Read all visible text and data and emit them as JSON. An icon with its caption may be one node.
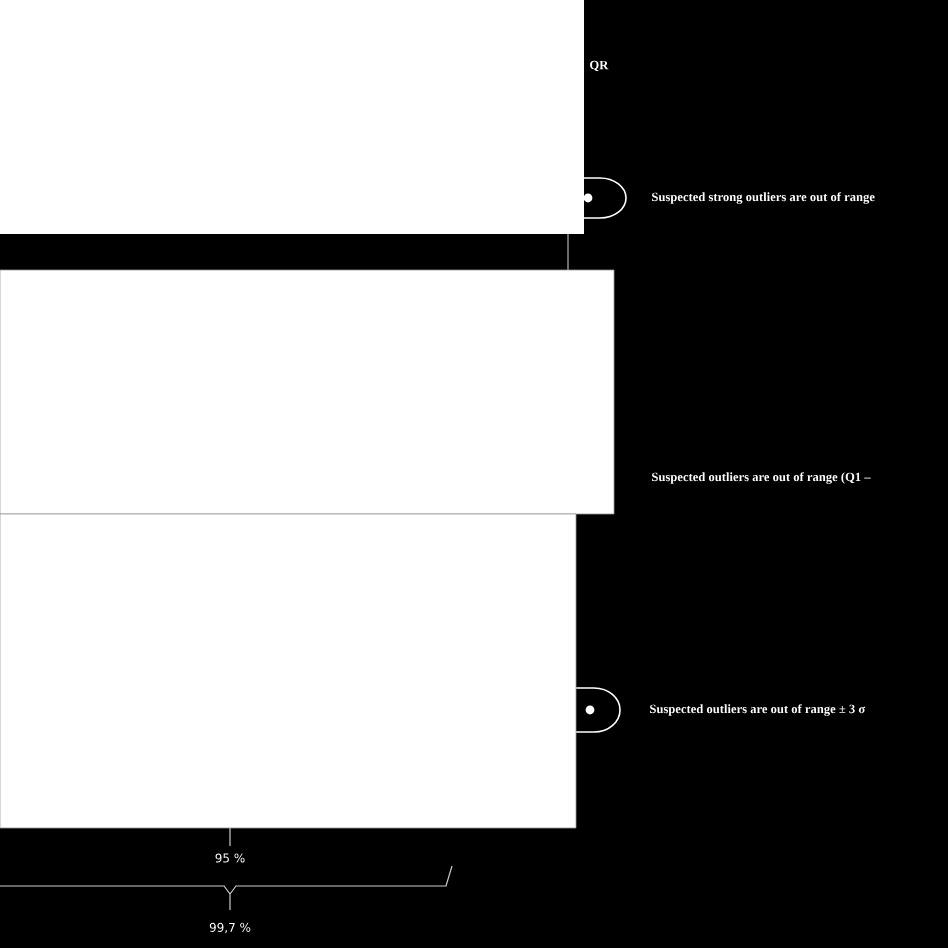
{
  "diagram": {
    "labels": [
      "QR",
      "Suspected strong outliers are out of range",
      "Suspected outliers are out of range (Q1 –",
      "Suspected outliers are out of range ± 3 σ",
      "95 %",
      "99,7 %"
    ]
  }
}
